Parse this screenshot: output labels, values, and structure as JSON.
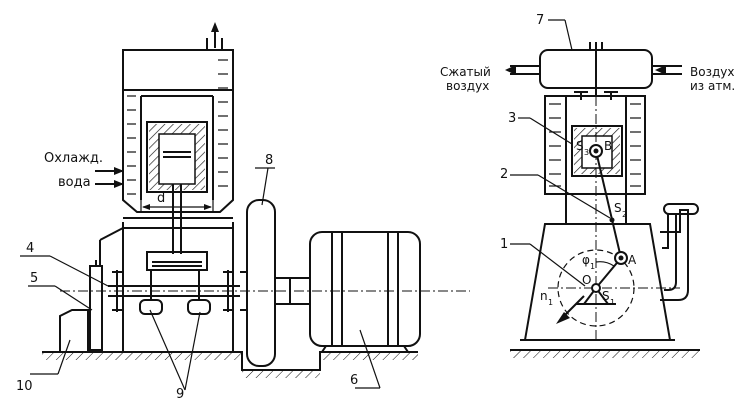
{
  "left_drawing": {
    "labels": {
      "coolant_line1": "Охлажд.",
      "coolant_line2": "вода",
      "dimension_d": "d",
      "part_4": "4",
      "part_5": "5",
      "part_6": "6",
      "part_8": "8",
      "part_9": "9",
      "part_10": "10"
    }
  },
  "right_drawing": {
    "labels": {
      "compressed_line1": "Сжатый",
      "compressed_line2": "воздух",
      "intake_line1": "Воздух",
      "intake_line2": "из атм.",
      "part_1": "1",
      "part_2": "2",
      "part_3": "3",
      "part_7": "7",
      "point_A": "A",
      "point_B": "B",
      "point_O": "O",
      "s1": "S",
      "s1_sub": "1",
      "s2": "S",
      "s2_sub": "2",
      "s3": "S",
      "s3_sub": "3",
      "phi": "φ",
      "phi_sub": "1",
      "n1": "n",
      "n1_sub": "1"
    }
  }
}
